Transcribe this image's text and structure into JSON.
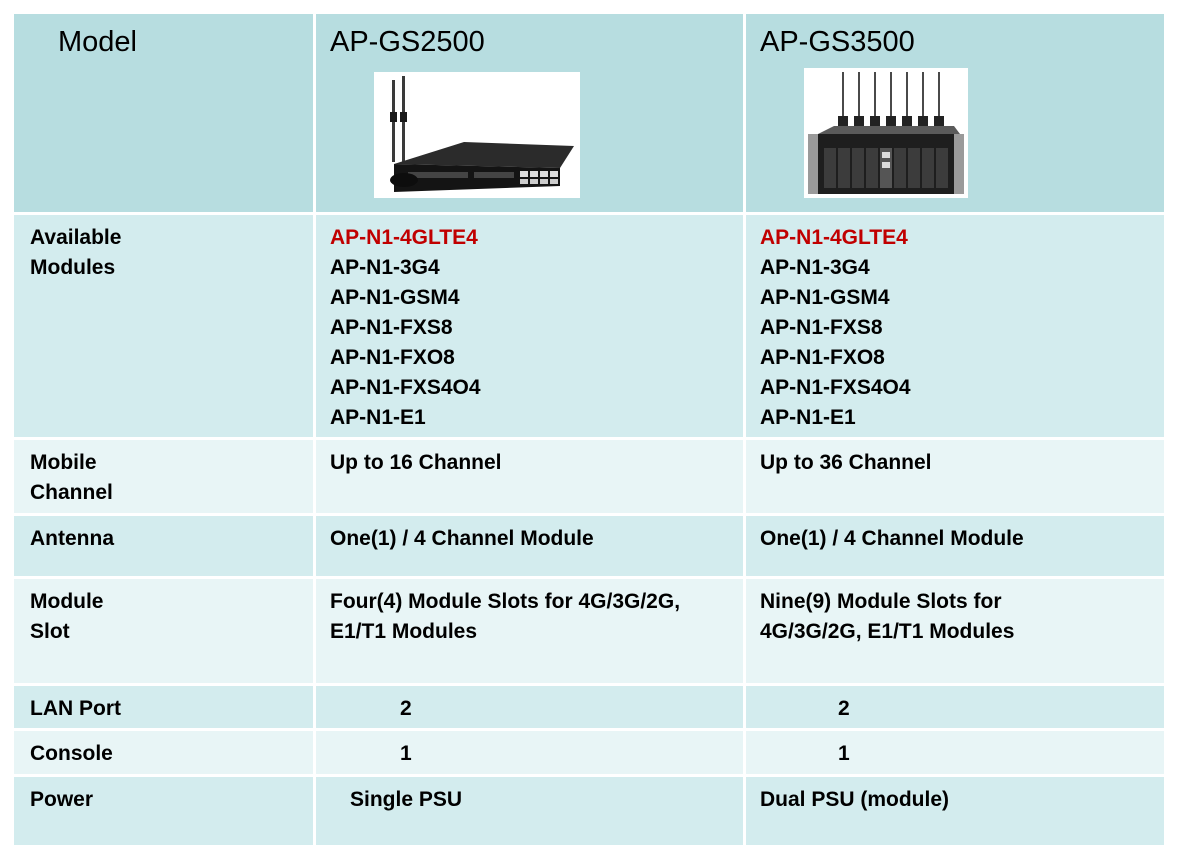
{
  "header": {
    "label": "Model",
    "model1": "AP-GS2500",
    "model2": "AP-GS3500",
    "image1_icon": "gateway-device-photo",
    "image2_icon": "rack-gateway-device-photo"
  },
  "rows": [
    {
      "label": [
        "Available",
        "Modules"
      ],
      "model1": [
        "AP-N1-4GLTE4",
        "AP-N1-3G4",
        "AP-N1-GSM4",
        "AP-N1-FXS8",
        "AP-N1-FXO8",
        "AP-N1-FXS4O4",
        "AP-N1-E1"
      ],
      "model2": [
        "AP-N1-4GLTE4",
        "AP-N1-3G4",
        "AP-N1-GSM4",
        "AP-N1-FXS8",
        "AP-N1-FXO8",
        "AP-N1-FXS4O4",
        "AP-N1-E1"
      ]
    },
    {
      "label": [
        "Mobile",
        "Channel"
      ],
      "model1": "Up to 16 Channel",
      "model2": "Up to 36 Channel"
    },
    {
      "label": "Antenna",
      "model1": "One(1) / 4 Channel Module",
      "model2": "One(1) / 4 Channel Module"
    },
    {
      "label": [
        "Module",
        "Slot"
      ],
      "model1": [
        "Four(4) Module Slots for 4G/3G/2G,",
        "E1/T1 Modules"
      ],
      "model2": [
        "Nine(9) Module Slots for",
        "4G/3G/2G, E1/T1 Modules"
      ]
    },
    {
      "label": "LAN Port",
      "model1": "2",
      "model2": "2"
    },
    {
      "label": "Console",
      "model1": "1",
      "model2": "1"
    },
    {
      "label": "Power",
      "model1": "Single PSU",
      "model2": "Dual PSU (module)"
    }
  ],
  "colors": {
    "header_bg": "#b7dde0",
    "row_bg": "#d3ecee",
    "row_alt_bg": "#e8f5f6",
    "highlight": "#c00000"
  }
}
